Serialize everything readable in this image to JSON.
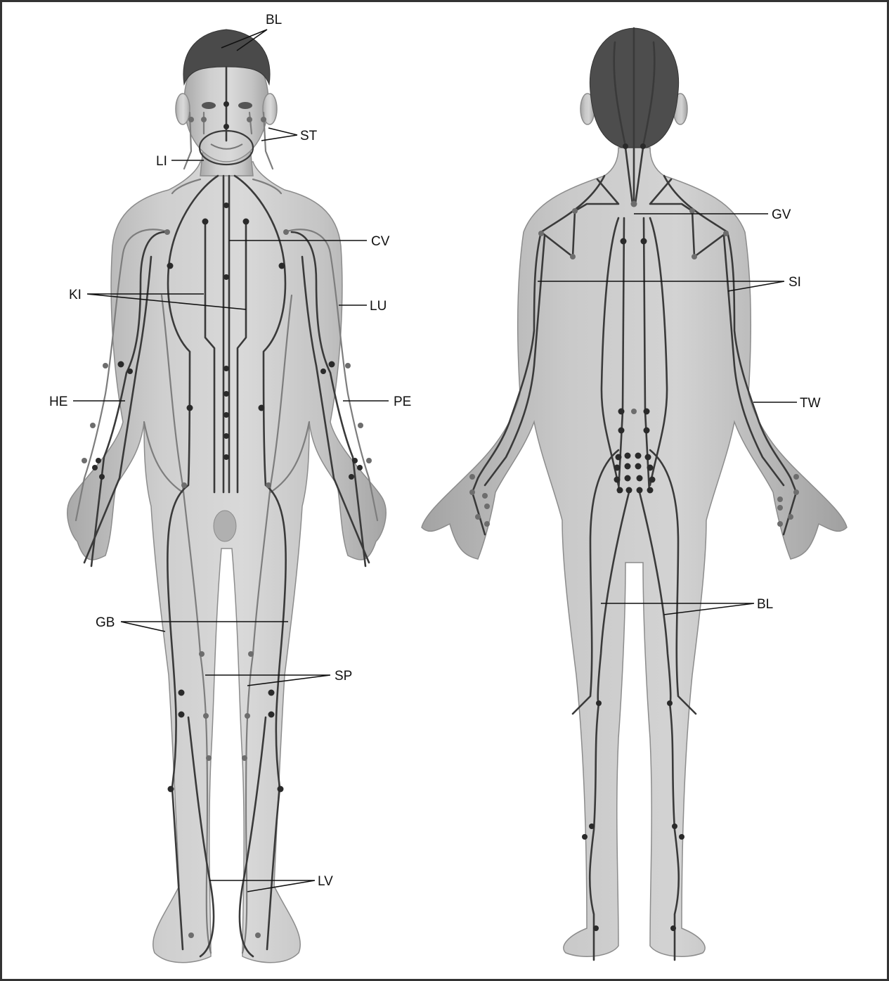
{
  "figure": {
    "front_view": {
      "labels": {
        "bl": "BL",
        "st": "ST",
        "li": "LI",
        "cv": "CV",
        "ki": "KI",
        "lu": "LU",
        "he": "HE",
        "pe": "PE",
        "gb": "GB",
        "sp": "SP",
        "lv": "LV"
      }
    },
    "back_view": {
      "labels": {
        "gv": "GV",
        "si": "SI",
        "tw": "TW",
        "bl": "BL"
      }
    },
    "colors": {
      "body_fill": "#bdbdbd",
      "hair": "#4a4a4a",
      "meridian_dark": "#3a3a3a",
      "meridian_light": "#7d7d7d",
      "border": "#333333"
    }
  }
}
